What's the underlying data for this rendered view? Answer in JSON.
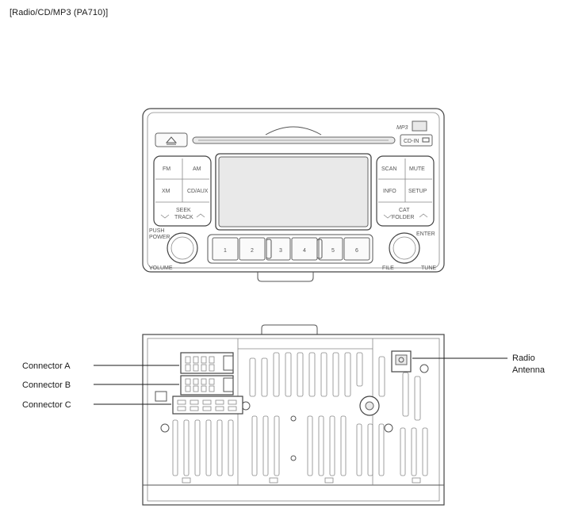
{
  "title": "[Radio/CD/MP3 (PA710)]",
  "front_panel": {
    "logo": "MP3",
    "aux_jack": "CD-IN",
    "left_buttons": [
      "FM",
      "AM",
      "XM",
      "CD/AUX"
    ],
    "seek_track": [
      "SEEK",
      "TRACK"
    ],
    "right_buttons": [
      "SCAN",
      "MUTE",
      "INFO",
      "SETUP"
    ],
    "cat_folder": [
      "CAT",
      "FOLDER"
    ],
    "presets": [
      "1",
      "2",
      "3",
      "4",
      "5",
      "6"
    ],
    "push_power": [
      "PUSH",
      "POWER"
    ],
    "volume": "VOLUME",
    "enter": "ENTER",
    "file": "FILE",
    "tune": "TUNE"
  },
  "rear_panel": {
    "connectors": [
      "Connector A",
      "Connector B",
      "Connector C"
    ],
    "antenna": [
      "Radio",
      "Antenna"
    ]
  }
}
